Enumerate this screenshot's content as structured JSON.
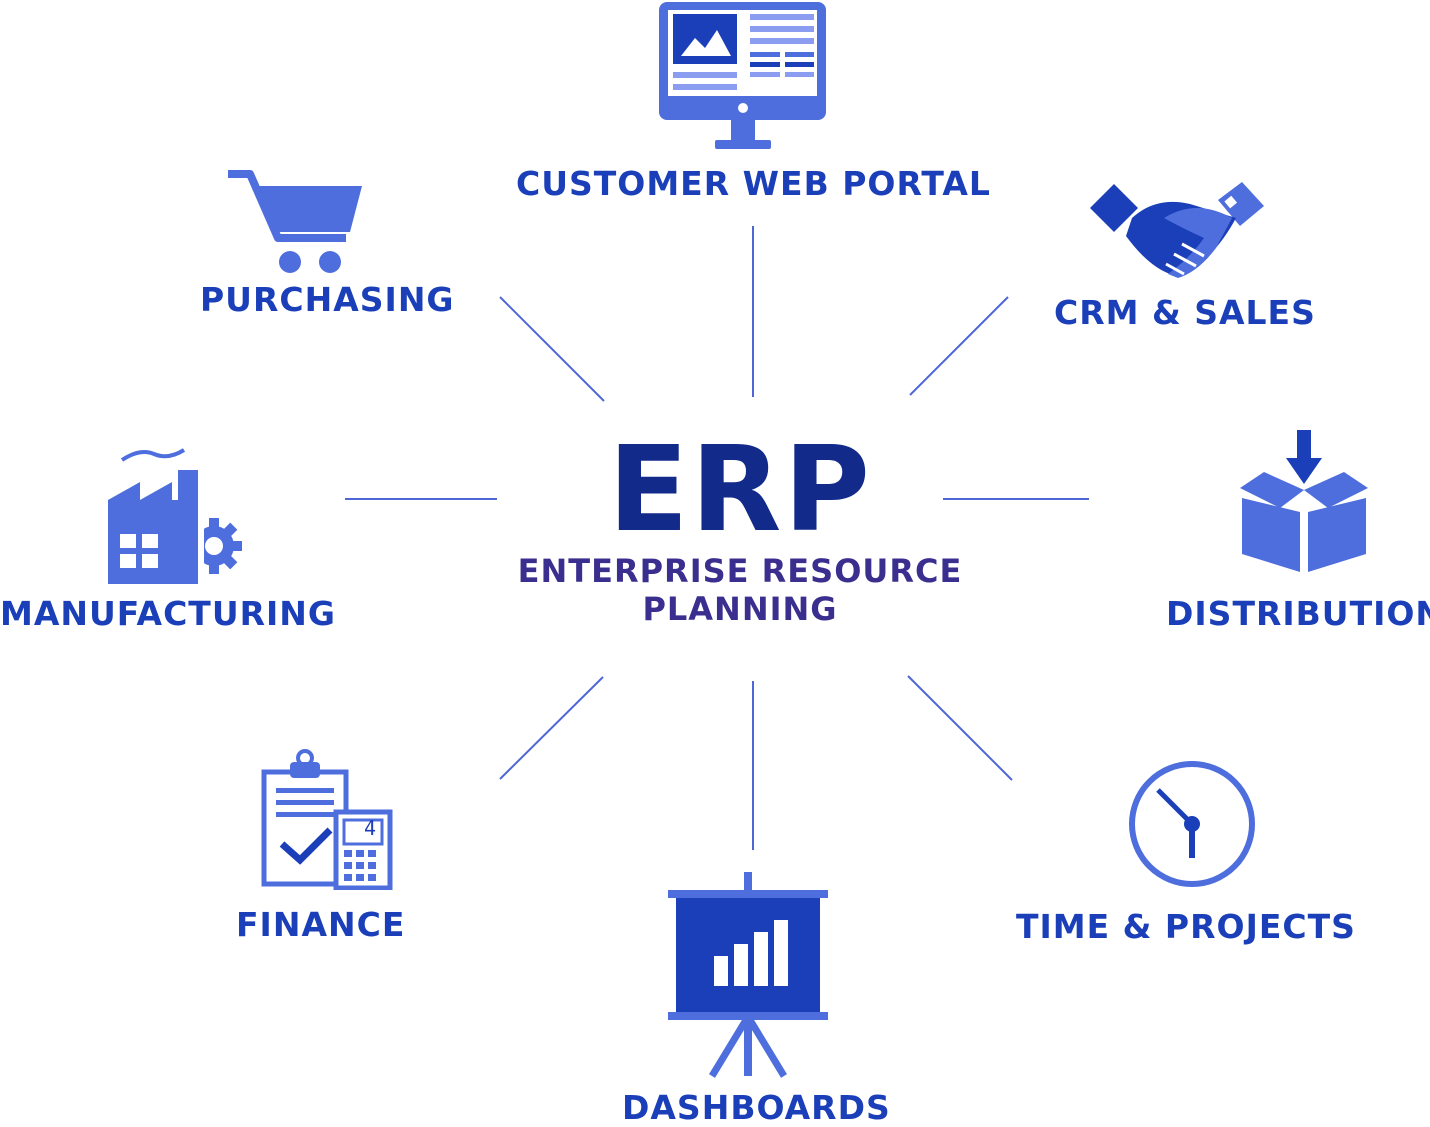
{
  "center": {
    "title": "ERP",
    "subtitle_line1": "ENTERPRISE RESOURCE",
    "subtitle_line2": "PLANNING"
  },
  "modules": {
    "customer_web_portal": "CUSTOMER WEB PORTAL",
    "purchasing": "PURCHASING",
    "crm_sales": "CRM & SALES",
    "manufacturing": "MANUFACTURING",
    "distribution": "DISTRIBUTION",
    "finance": "FINANCE",
    "time_projects": "TIME & PROJECTS",
    "dashboards": "DASHBOARDS"
  },
  "icons": {
    "customer_web_portal": "monitor-icon",
    "purchasing": "shopping-cart-icon",
    "crm_sales": "handshake-icon",
    "manufacturing": "factory-icon",
    "distribution": "box-icon",
    "finance": "clipboard-calculator-icon",
    "time_projects": "clock-icon",
    "dashboards": "presentation-chart-icon"
  },
  "finance_calculator_digit": "4",
  "colors": {
    "icon_blue": "#4e6ede",
    "label_blue": "#1a3fb8",
    "erp_navy": "#122a8a",
    "subtitle_purple": "#3a2f8e",
    "connector": "#4f67d6"
  }
}
